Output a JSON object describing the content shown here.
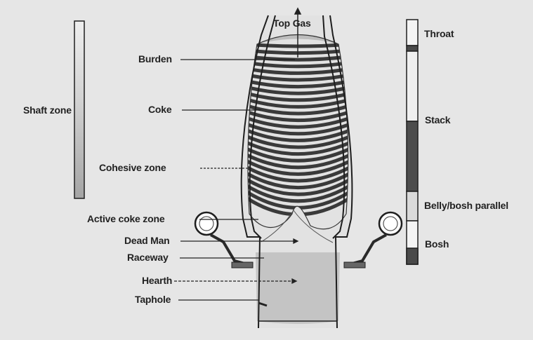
{
  "diagram": {
    "top_label": "Top Gas",
    "left_labels": {
      "shaft_zone": "Shaft zone",
      "burden": "Burden",
      "coke": "Coke",
      "cohesive_zone": "Cohesive zone",
      "active_coke_zone": "Active coke zone",
      "dead_man": "Dead Man",
      "raceway": "Raceway",
      "hearth": "Hearth",
      "taphole": "Taphole"
    },
    "right_labels": {
      "throat": "Throat",
      "stack": "Stack",
      "belly_bosh_parallel": "Belly/bosh parallel",
      "bosh": "Bosh"
    },
    "colors": {
      "background": "#e6e6e6",
      "layer_dark": "#3a3a3a",
      "furnace_interior": "#e2e2e2",
      "hearth_fill": "#c4c4c4",
      "outline": "#1e1e1e"
    }
  }
}
